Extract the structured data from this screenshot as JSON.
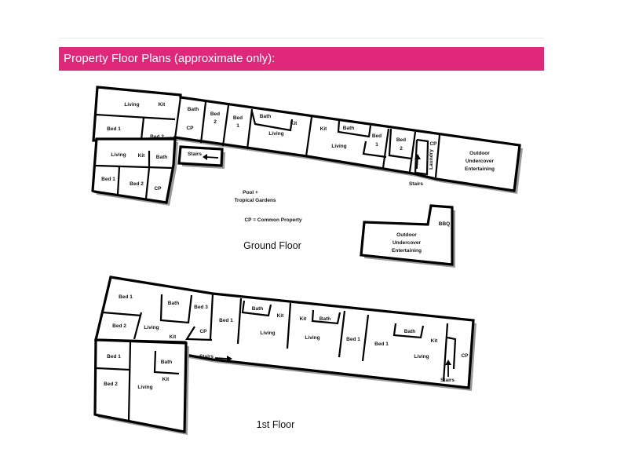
{
  "banner": {
    "title": "Property Floor Plans (approximate only):",
    "color": "#e0287a"
  },
  "labels": {
    "living": "Living",
    "kit": "Kit",
    "bath": "Bath",
    "cp": "CP",
    "bed1": "Bed 1",
    "bed2": "Bed 2",
    "bed3": "Bed 3",
    "bed": "Bed",
    "one": "1",
    "two": "2",
    "stairs": "Stairs",
    "laundry": "Laundry",
    "outdoor": "Outdoor",
    "undercover": "Undercover",
    "entertaining": "Entertaining",
    "bbq": "BBQ",
    "pool": "Pool +",
    "tropical_gardens": "Tropical Gardens",
    "cp_legend": "CP = Common Property",
    "ground_floor": "Ground Floor",
    "first_floor": "1st Floor"
  }
}
